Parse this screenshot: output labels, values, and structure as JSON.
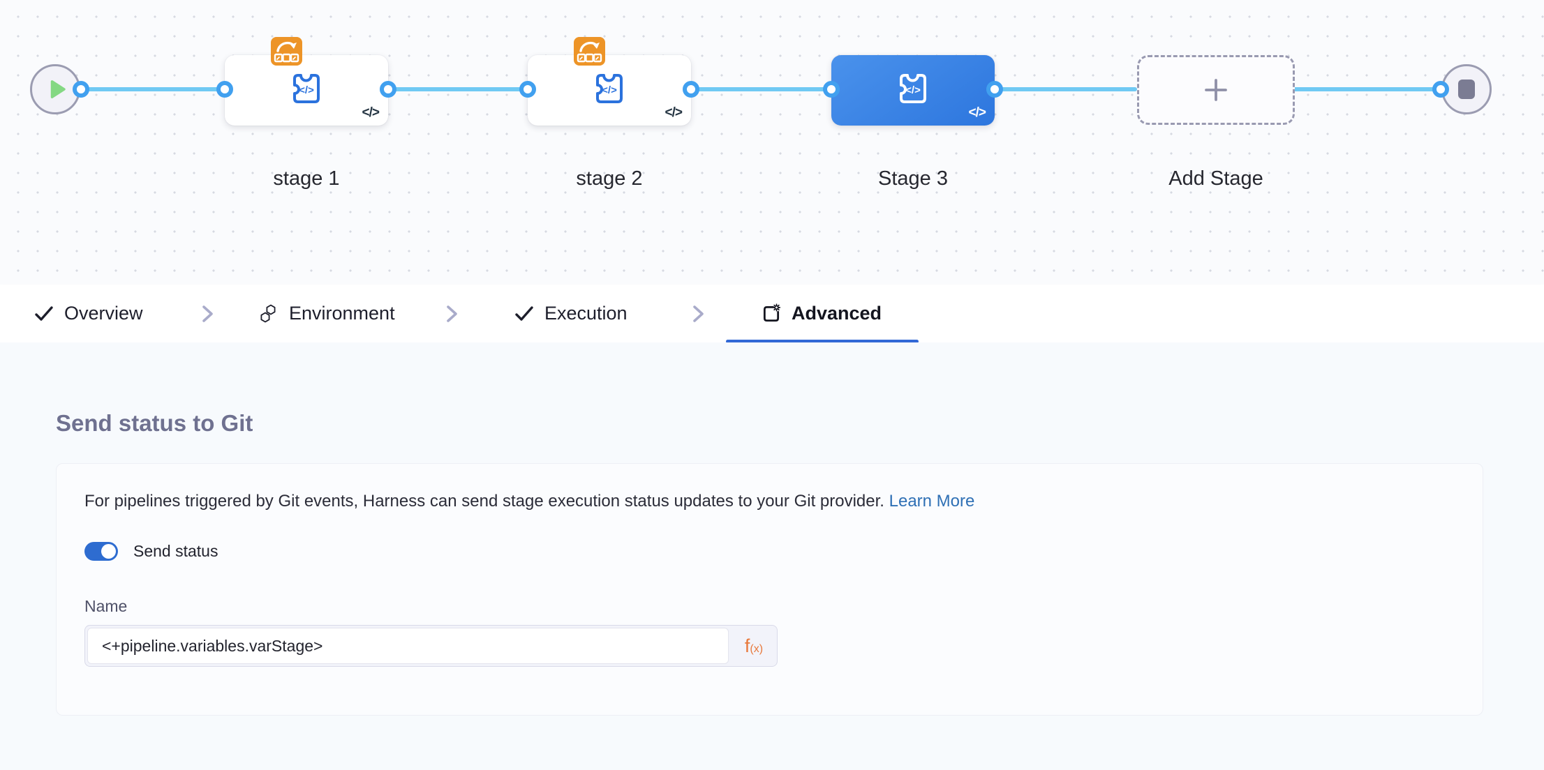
{
  "canvas": {
    "stages": [
      {
        "label": "stage 1",
        "selected": false,
        "has_rollback_badge": true
      },
      {
        "label": "stage 2",
        "selected": false,
        "has_rollback_badge": true
      },
      {
        "label": "Stage 3",
        "selected": true,
        "has_rollback_badge": false
      }
    ],
    "add_stage_label": "Add Stage",
    "code_corner_glyph": "</>",
    "stage_icon_glyph": "</>"
  },
  "tabbar": {
    "tabs": [
      {
        "label": "Overview",
        "icon": "check-icon",
        "active": false
      },
      {
        "label": "Environment",
        "icon": "hexagons-icon",
        "active": false
      },
      {
        "label": "Execution",
        "icon": "check-icon",
        "active": false
      },
      {
        "label": "Advanced",
        "icon": "advanced-settings-icon",
        "active": true
      }
    ]
  },
  "panel": {
    "heading": "Send status to Git",
    "description": "For pipelines triggered by Git events, Harness can send stage execution status updates to your Git provider.",
    "learn_more_label": "Learn More",
    "toggle": {
      "label": "Send status",
      "state": "on"
    },
    "name_field": {
      "label": "Name",
      "value": "<+pipeline.variables.varStage>"
    },
    "expression_button": {
      "f": "f",
      "sub": "(x)"
    }
  },
  "colors": {
    "connector_blue": "#70c9f3",
    "port_blue": "#41a0ef",
    "selected_stage_blue": "#3b82e6",
    "badge_orange": "#ed9427",
    "stage_icon_blue": "#2b72dd",
    "active_tab_underline": "#3268d6",
    "toggle_on_blue": "#2e6cd0",
    "link_blue": "#2f70b5",
    "expression_orange": "#e8793c",
    "play_green": "#84d883"
  }
}
